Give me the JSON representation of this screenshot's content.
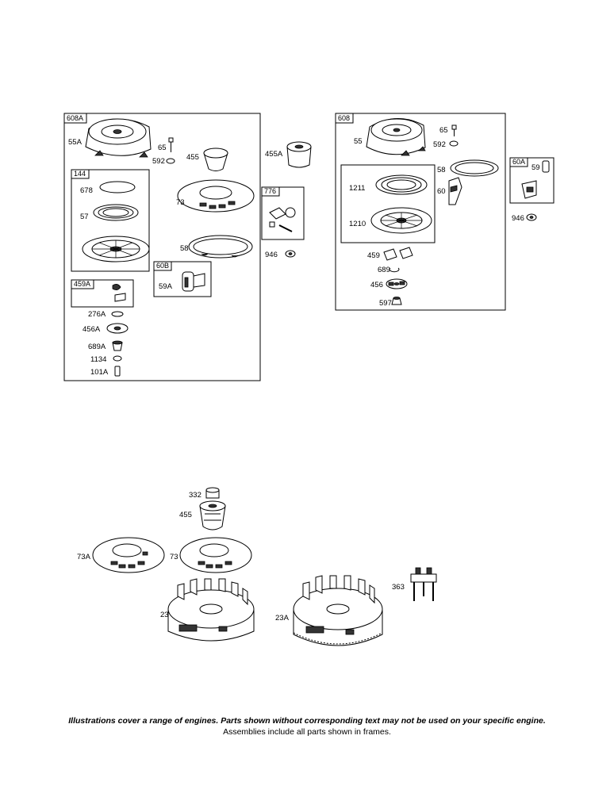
{
  "frames": {
    "f608A": "608A",
    "f144": "144",
    "f459A": "459A",
    "f60B": "60B",
    "f776": "776",
    "f608": "608",
    "f60A": "60A"
  },
  "labels": {
    "p55A": "55A",
    "p65a": "65",
    "p592a": "592",
    "p455a": "455",
    "p455A": "455A",
    "p678": "678",
    "p57": "57",
    "p73a": "73",
    "p58a": "58",
    "p946a": "946",
    "p59A": "59A",
    "p276A": "276A",
    "p456A": "456A",
    "p689A": "689A",
    "p1134": "1134",
    "p101A": "101A",
    "p55": "55",
    "p65b": "65",
    "p592b": "592",
    "p58b": "58",
    "p60": "60",
    "p59": "59",
    "p1211": "1211",
    "p1210": "1210",
    "p946b": "946",
    "p459": "459",
    "p689": "689",
    "p456": "456",
    "p597": "597",
    "p332": "332",
    "p455b": "455",
    "p73A": "73A",
    "p73b": "73",
    "p23": "23",
    "p23A": "23A",
    "p363": "363"
  },
  "footer": {
    "disclaimer": "Illustrations cover a range of engines. Parts shown without corresponding text may not be used on your specific engine.",
    "assemblies": "Assemblies include all parts shown in frames."
  }
}
